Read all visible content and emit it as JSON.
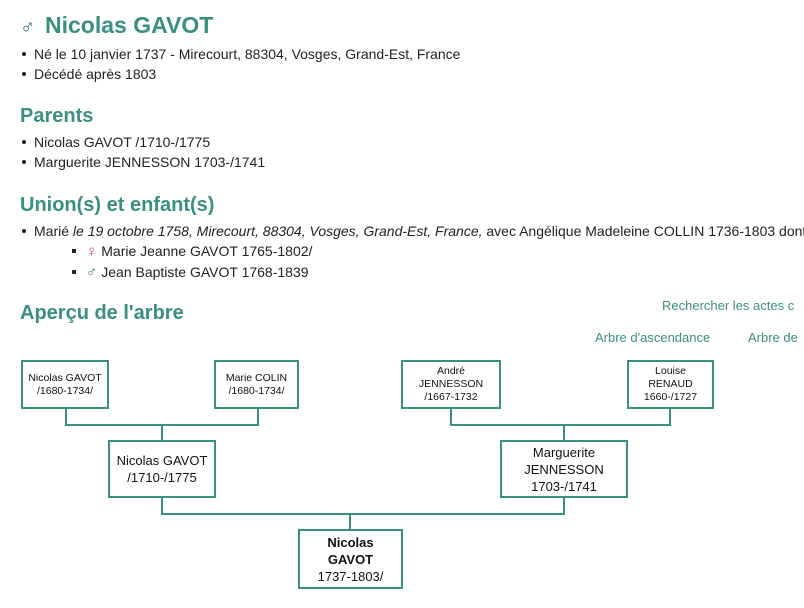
{
  "person": {
    "gender_symbol": "♂",
    "name": "Nicolas GAVOT",
    "birth": "Né le 10 janvier 1737 - Mirecourt, 88304, Vosges, Grand-Est, France",
    "death": "Décédé après 1803"
  },
  "parents": {
    "heading": "Parents",
    "father": "Nicolas GAVOT /1710-/1775",
    "mother": "Marguerite JENNESSON 1703-/1741"
  },
  "unions": {
    "heading": "Union(s) et enfant(s)",
    "marriage": {
      "prefix": "Marié ",
      "date_place": "le 19 octobre 1758, Mirecourt, 88304, Vosges, Grand-Est, France,",
      "spouse": " avec Angélique Madeleine COLLIN 1736-1803 dont"
    },
    "children": [
      {
        "symbol": "♀",
        "name": "Marie Jeanne GAVOT 1765-1802/"
      },
      {
        "symbol": "♂",
        "name": "Jean Baptiste GAVOT 1768-1839"
      }
    ]
  },
  "tree": {
    "heading": "Aperçu de l'arbre",
    "links": {
      "search_acts": "Rechercher les actes c",
      "ascendance": "Arbre d'ascendance",
      "descendance": "Arbre de"
    },
    "grandparents": [
      {
        "line1": "Nicolas GAVOT",
        "line2": "/1680-1734/"
      },
      {
        "line1": "Marie COLIN",
        "line2": "/1680-1734/"
      },
      {
        "line1": "André",
        "line2": "JENNESSON",
        "line3": "/1667-1732"
      },
      {
        "line1": "Louise",
        "line2": "RENAUD",
        "line3": "1660-/1727"
      }
    ],
    "parents": [
      {
        "line1": "Nicolas GAVOT",
        "line2": "/1710-/1775"
      },
      {
        "line1": "Marguerite",
        "line2": "JENNESSON",
        "line3": "1703-/1741"
      }
    ],
    "root": {
      "line1": "Nicolas",
      "line2": "GAVOT",
      "line3": "1737-1803/"
    }
  },
  "colors": {
    "accent": "#3a8f80",
    "female": "#d0317a",
    "male": "#2f6f86"
  }
}
